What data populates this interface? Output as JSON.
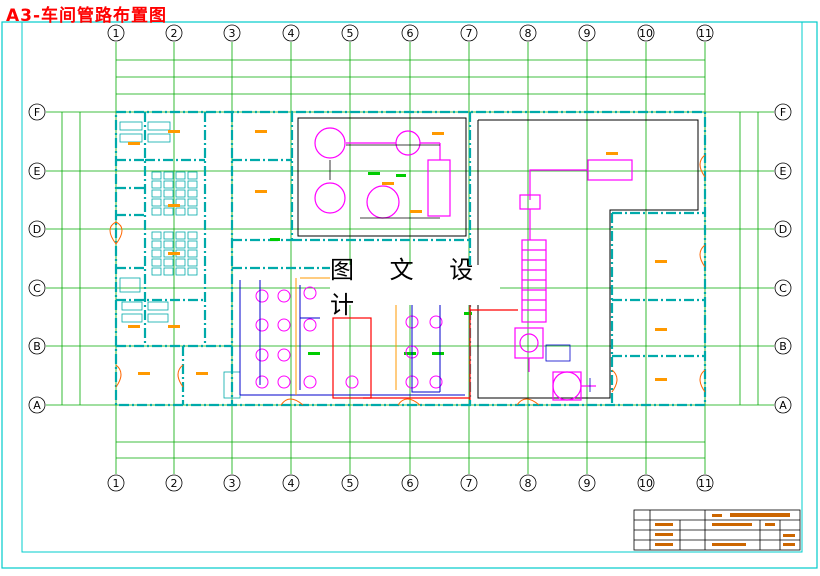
{
  "title": "A3-车间管路布置图",
  "watermark": "图 文 设 计",
  "axes": {
    "columns": [
      "1",
      "2",
      "3",
      "4",
      "5",
      "6",
      "7",
      "8",
      "9",
      "10",
      "11"
    ],
    "rows": [
      "F",
      "E",
      "D",
      "C",
      "B",
      "A"
    ]
  },
  "colors": {
    "frame": "#00cccc",
    "grid": "#00aa00",
    "wall": "#00aaaa",
    "equipment_magenta": "#ff00ff",
    "equipment_blue": "#0000cc",
    "pipe_red": "#ff0000",
    "label_orange": "#ff9900",
    "title": "#ff0000"
  },
  "title_block": {
    "row_texts": [
      "",
      "",
      "",
      ""
    ]
  }
}
